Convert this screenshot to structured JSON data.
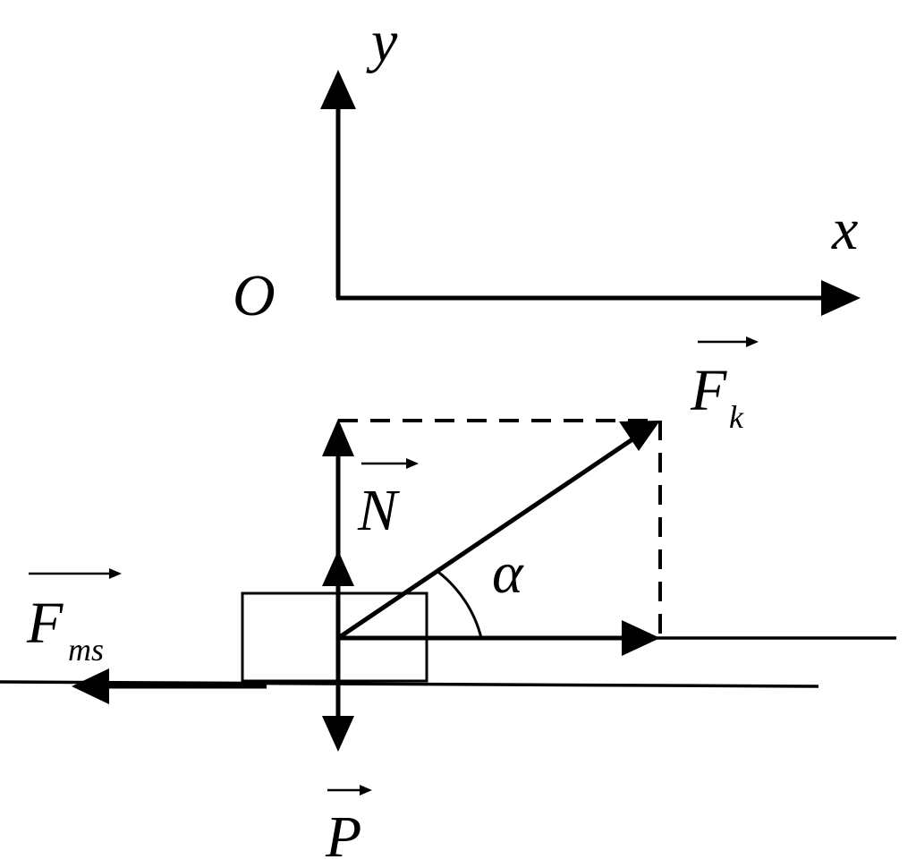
{
  "axes": {
    "origin_label": "O",
    "x_label": "x",
    "y_label": "y"
  },
  "forces": {
    "pull": {
      "letter": "F",
      "subscript": "k"
    },
    "normal": {
      "letter": "N"
    },
    "weight": {
      "letter": "P"
    },
    "friction": {
      "letter": "F",
      "subscript": "ms"
    }
  },
  "angle_label": "α"
}
